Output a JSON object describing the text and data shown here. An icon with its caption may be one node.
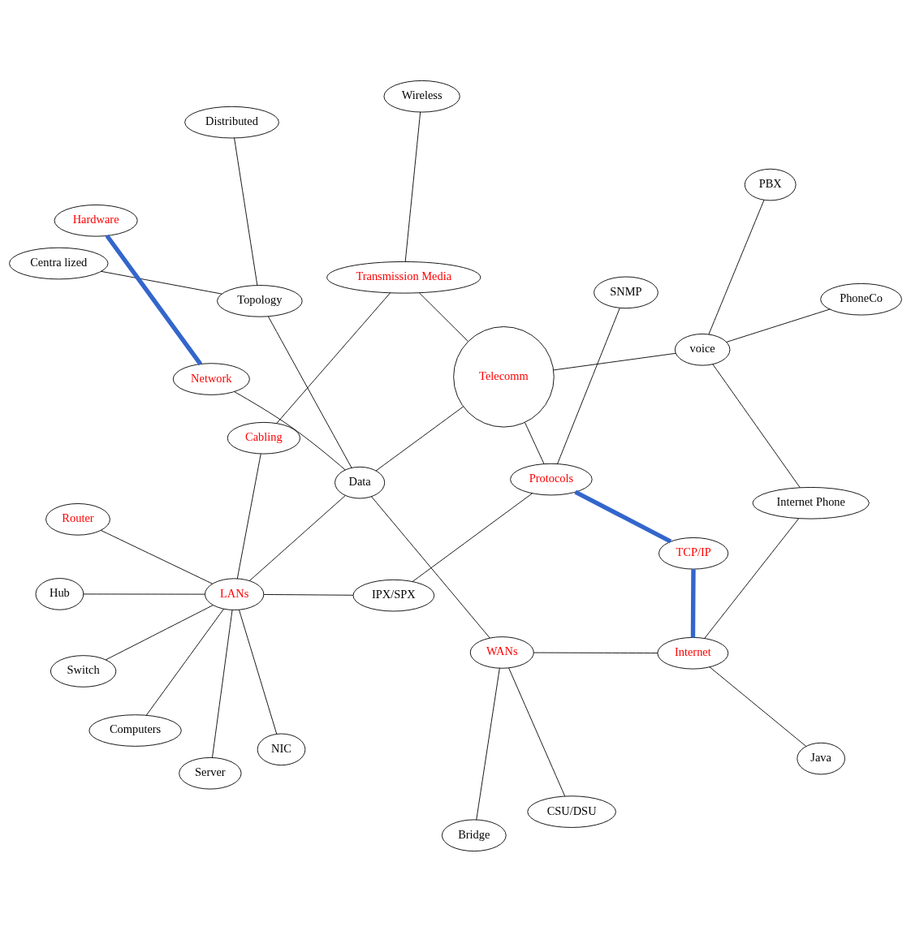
{
  "diagram": {
    "nodes": [
      {
        "text": [
          "Centra lized"
        ]
      },
      {
        "text": [
          "Distributed"
        ]
      },
      {
        "text": [
          "Java"
        ]
      },
      {
        "text": [
          "Topology"
        ]
      },
      {
        "text": [
          "Hardware"
        ]
      },
      {
        "text": [
          "Bridge"
        ]
      },
      {
        "text": [
          "PhoneCo"
        ]
      },
      {
        "text": [
          "PBX"
        ]
      },
      {
        "text": [
          "Internet"
        ]
      },
      {
        "text": [
          "CSU/DSU"
        ]
      },
      {
        "text": [
          "WANs"
        ]
      },
      {
        "text": [
          "Network"
        ]
      },
      {
        "text": [
          "Internet Phone"
        ]
      },
      {
        "text": [
          "voice"
        ]
      },
      {
        "text": [
          "Data"
        ]
      },
      {
        "text": [
          "Computers"
        ]
      },
      {
        "text": [
          "Server"
        ]
      },
      {
        "text": [
          "Telecomm"
        ]
      },
      {
        "text": [
          "LANs"
        ]
      },
      {
        "text": [
          "Transmission Media"
        ]
      },
      {
        "text": [
          "Hub"
        ]
      },
      {
        "text": [
          "Router"
        ]
      },
      {
        "text": [
          "Protocols"
        ]
      },
      {
        "text": [
          "TCP/IP"
        ]
      },
      {
        "text": [
          "Wireless"
        ]
      },
      {
        "text": [
          "Switch"
        ]
      },
      {
        "text": [
          "SNMP"
        ]
      },
      {
        "text": [
          "IPX/SPX"
        ]
      },
      {
        "text": [
          "Cabling"
        ]
      },
      {
        "text": [
          "NIC"
        ]
      }
    ],
    "edges": [
      {
        "from": 1,
        "to": 3,
        "arrow": "none"
      },
      {
        "from": 0,
        "to": 3,
        "arrow": "none"
      },
      {
        "from": 3,
        "to": 14,
        "arrow": "none"
      },
      {
        "from": 2,
        "to": 8,
        "arrow": "none"
      },
      {
        "from": 8,
        "to": 12,
        "arrow": "none"
      },
      {
        "from": 8,
        "to": 10,
        "arrow": "none"
      },
      {
        "from": 5,
        "to": 10,
        "arrow": "none"
      },
      {
        "from": 9,
        "to": 10,
        "arrow": "none"
      },
      {
        "from": 10,
        "to": 14,
        "arrow": "none"
      },
      {
        "from": 4,
        "to": 11,
        "arrow": "none",
        "style": "thick",
        "color": "#3366cc"
      },
      {
        "from": 11,
        "to": 14,
        "arrow": "none"
      },
      {
        "from": 6,
        "to": 13,
        "arrow": "none"
      },
      {
        "from": 7,
        "to": 13,
        "arrow": "none"
      },
      {
        "from": 13,
        "to": 12,
        "arrow": "none"
      },
      {
        "from": 13,
        "to": 17,
        "arrow": "none"
      },
      {
        "from": 17,
        "to": 14,
        "arrow": "none"
      },
      {
        "from": 14,
        "to": 18,
        "arrow": "none"
      },
      {
        "from": 18,
        "to": 15,
        "arrow": "none"
      },
      {
        "from": 18,
        "to": 16,
        "arrow": "none"
      },
      {
        "from": 18,
        "to": 20,
        "arrow": "none"
      },
      {
        "from": 18,
        "to": 21,
        "arrow": "none"
      },
      {
        "from": 18,
        "to": 25,
        "arrow": "none"
      },
      {
        "from": 18,
        "to": 29,
        "arrow": "none"
      },
      {
        "from": 18,
        "to": 28,
        "arrow": "none"
      },
      {
        "from": 18,
        "to": 27,
        "arrow": "none"
      },
      {
        "from": 17,
        "to": 19,
        "arrow": "none"
      },
      {
        "from": 17,
        "to": 22,
        "arrow": "none"
      },
      {
        "from": 19,
        "to": 24,
        "arrow": "none"
      },
      {
        "from": 19,
        "to": 28,
        "arrow": "none"
      },
      {
        "from": 22,
        "to": 26,
        "arrow": "none"
      },
      {
        "from": 22,
        "to": 27,
        "arrow": "none"
      },
      {
        "from": 22,
        "to": 23,
        "arrow": "none",
        "style": "thick",
        "color": "#3366cc"
      },
      {
        "from": 8,
        "to": 23,
        "arrow": "none",
        "style": "thick",
        "color": "#3366cc"
      }
    ]
  }
}
